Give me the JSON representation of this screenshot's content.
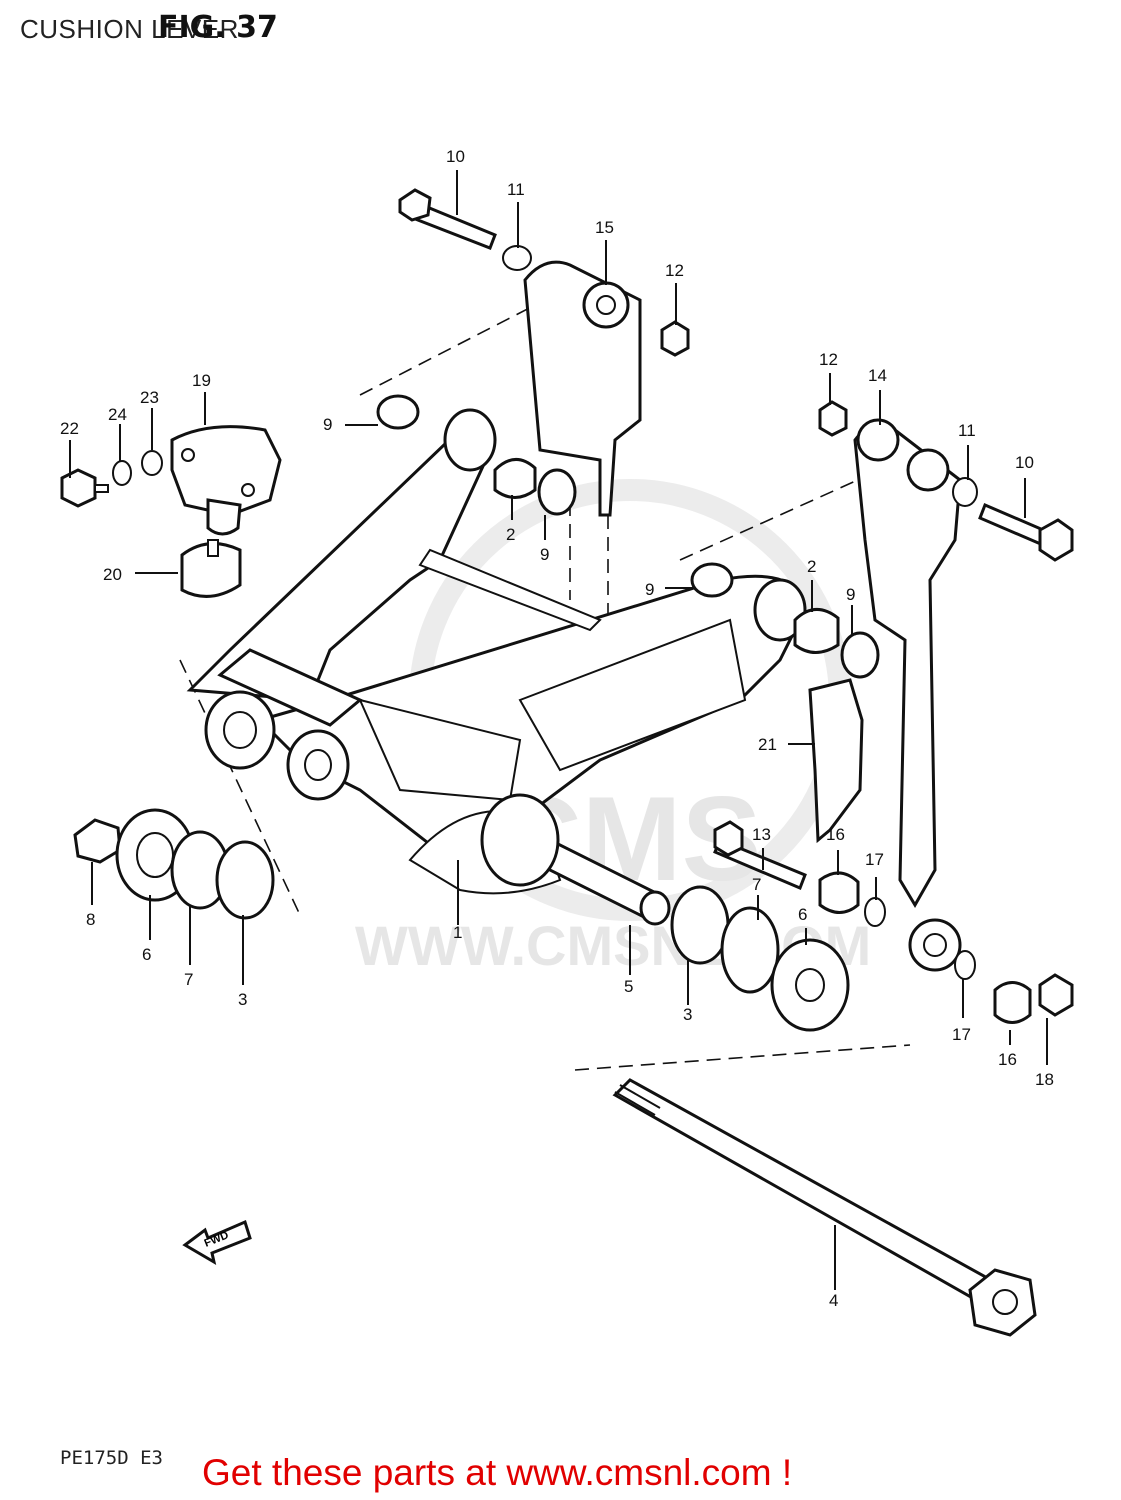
{
  "header": {
    "title": "CUSHION LEVER",
    "figure": "FIG. 37"
  },
  "diagram": {
    "callouts": [
      "1",
      "2",
      "2",
      "3",
      "3",
      "4",
      "5",
      "6",
      "6",
      "7",
      "7",
      "8",
      "9",
      "9",
      "9",
      "9",
      "10",
      "10",
      "11",
      "11",
      "12",
      "12",
      "13",
      "14",
      "15",
      "16",
      "16",
      "17",
      "17",
      "18",
      "19",
      "20",
      "21",
      "22",
      "23",
      "24"
    ],
    "watermark": {
      "logo": "CMS",
      "url": "WWW.CMSNL.COM"
    },
    "arrow_label": "FWD"
  },
  "footer": {
    "model_code": "PE175D E3",
    "link_text": "Get these parts at www.cmsnl.com !"
  }
}
